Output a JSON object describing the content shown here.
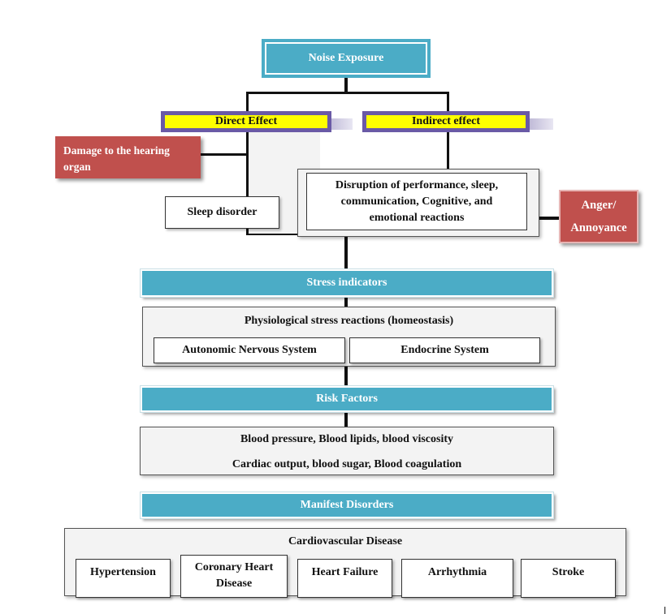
{
  "top": {
    "noise_exposure": "Noise Exposure"
  },
  "effects": {
    "direct": "Direct Effect",
    "indirect": "Indirect effect",
    "damage_line1": "Damage to the hearing",
    "damage_line2": "organ",
    "sleep_disorder": "Sleep disorder",
    "disruption_line1": "Disruption of performance, sleep,",
    "disruption_line2": "communication, Cognitive, and",
    "disruption_line3": "emotional reactions",
    "anger_line1": "Anger/",
    "anger_line2": "Annoyance"
  },
  "stress": {
    "header": "Stress indicators",
    "reactions": "Physiological stress reactions (homeostasis)",
    "ans": "Autonomic Nervous System",
    "endocrine": "Endocrine System"
  },
  "risk": {
    "header": "Risk Factors",
    "line1": "Blood pressure, Blood lipids, blood viscosity",
    "line2": "Cardiac output, blood sugar, Blood coagulation"
  },
  "manifest": {
    "header": "Manifest Disorders",
    "cvd": "Cardiovascular Disease",
    "hypertension": "Hypertension",
    "chd_line1": "Coronary Heart",
    "chd_line2": "Disease",
    "heart_failure": "Heart Failure",
    "arrhythmia": "Arrhythmia",
    "stroke": "Stroke"
  },
  "colors": {
    "teal": "#4bacc6",
    "yellow": "#ffff00",
    "red": "#c0504d",
    "purple": "#6a5aa6"
  }
}
